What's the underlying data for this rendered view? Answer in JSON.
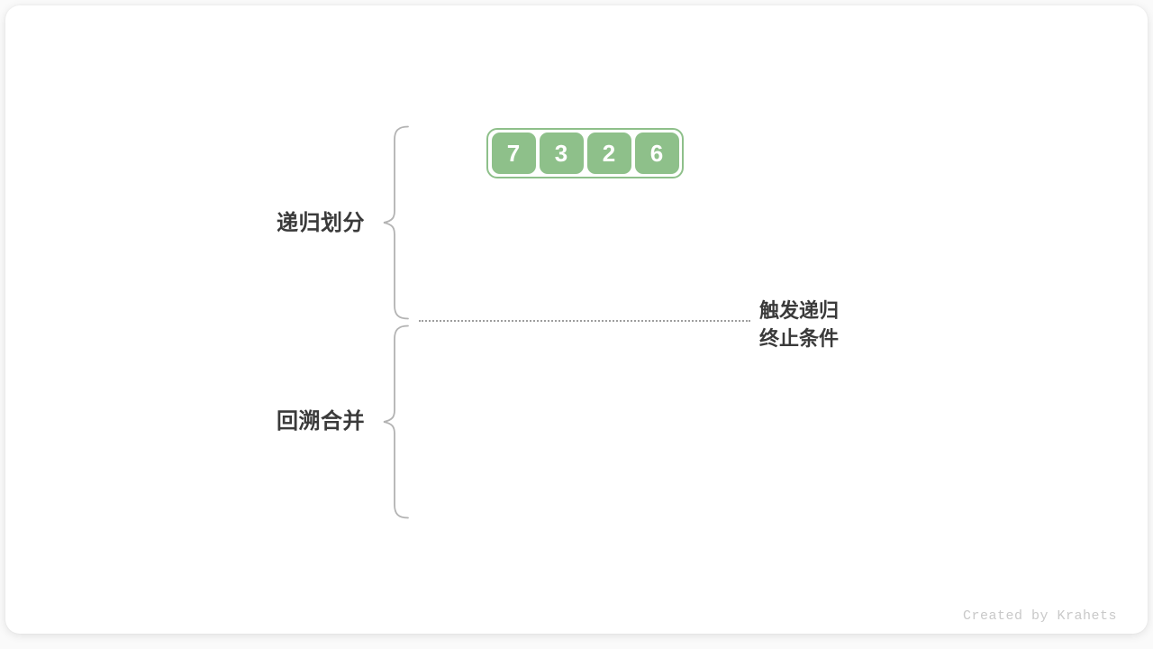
{
  "figure": {
    "array": {
      "values": [
        "7",
        "3",
        "2",
        "6"
      ]
    },
    "left_labels": {
      "divide": "递归划分",
      "merge": "回溯合并"
    },
    "termination_note": {
      "line1": "触发递归",
      "line2": "终止条件"
    }
  },
  "watermark": "Created by Krahets",
  "colors": {
    "cell_green": "#8ec08a",
    "label_text": "#3a3a3a",
    "brace": "#b3b3b3",
    "dotted_line": "#9e9e9e",
    "watermark": "#c9c9c9",
    "card_bg": "#ffffff",
    "page_bg": "#fafafa"
  }
}
